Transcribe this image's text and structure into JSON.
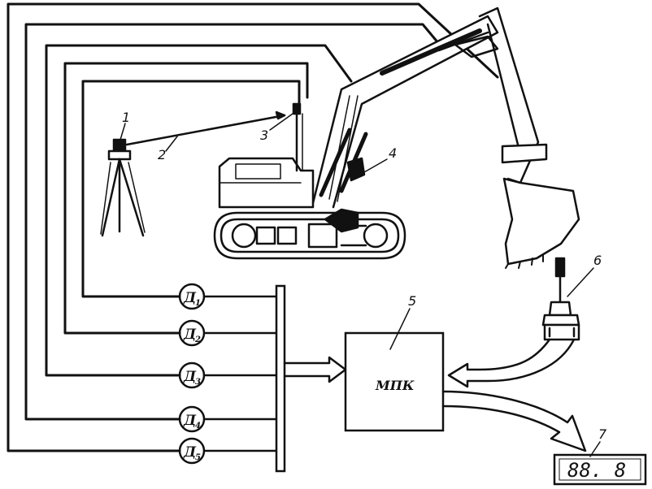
{
  "labels": {
    "l1": "1",
    "l2": "2",
    "l3": "3",
    "l4": "4",
    "l5": "5",
    "l6": "6",
    "l7": "7"
  },
  "sensors": [
    {
      "main": "Д",
      "sub": "1"
    },
    {
      "main": "Д",
      "sub": "2"
    },
    {
      "main": "Д",
      "sub": "3"
    },
    {
      "main": "Д",
      "sub": "4"
    },
    {
      "main": "Д",
      "sub": "5"
    }
  ],
  "processor": {
    "label": "МПК"
  },
  "display": {
    "value": "88. 8"
  }
}
